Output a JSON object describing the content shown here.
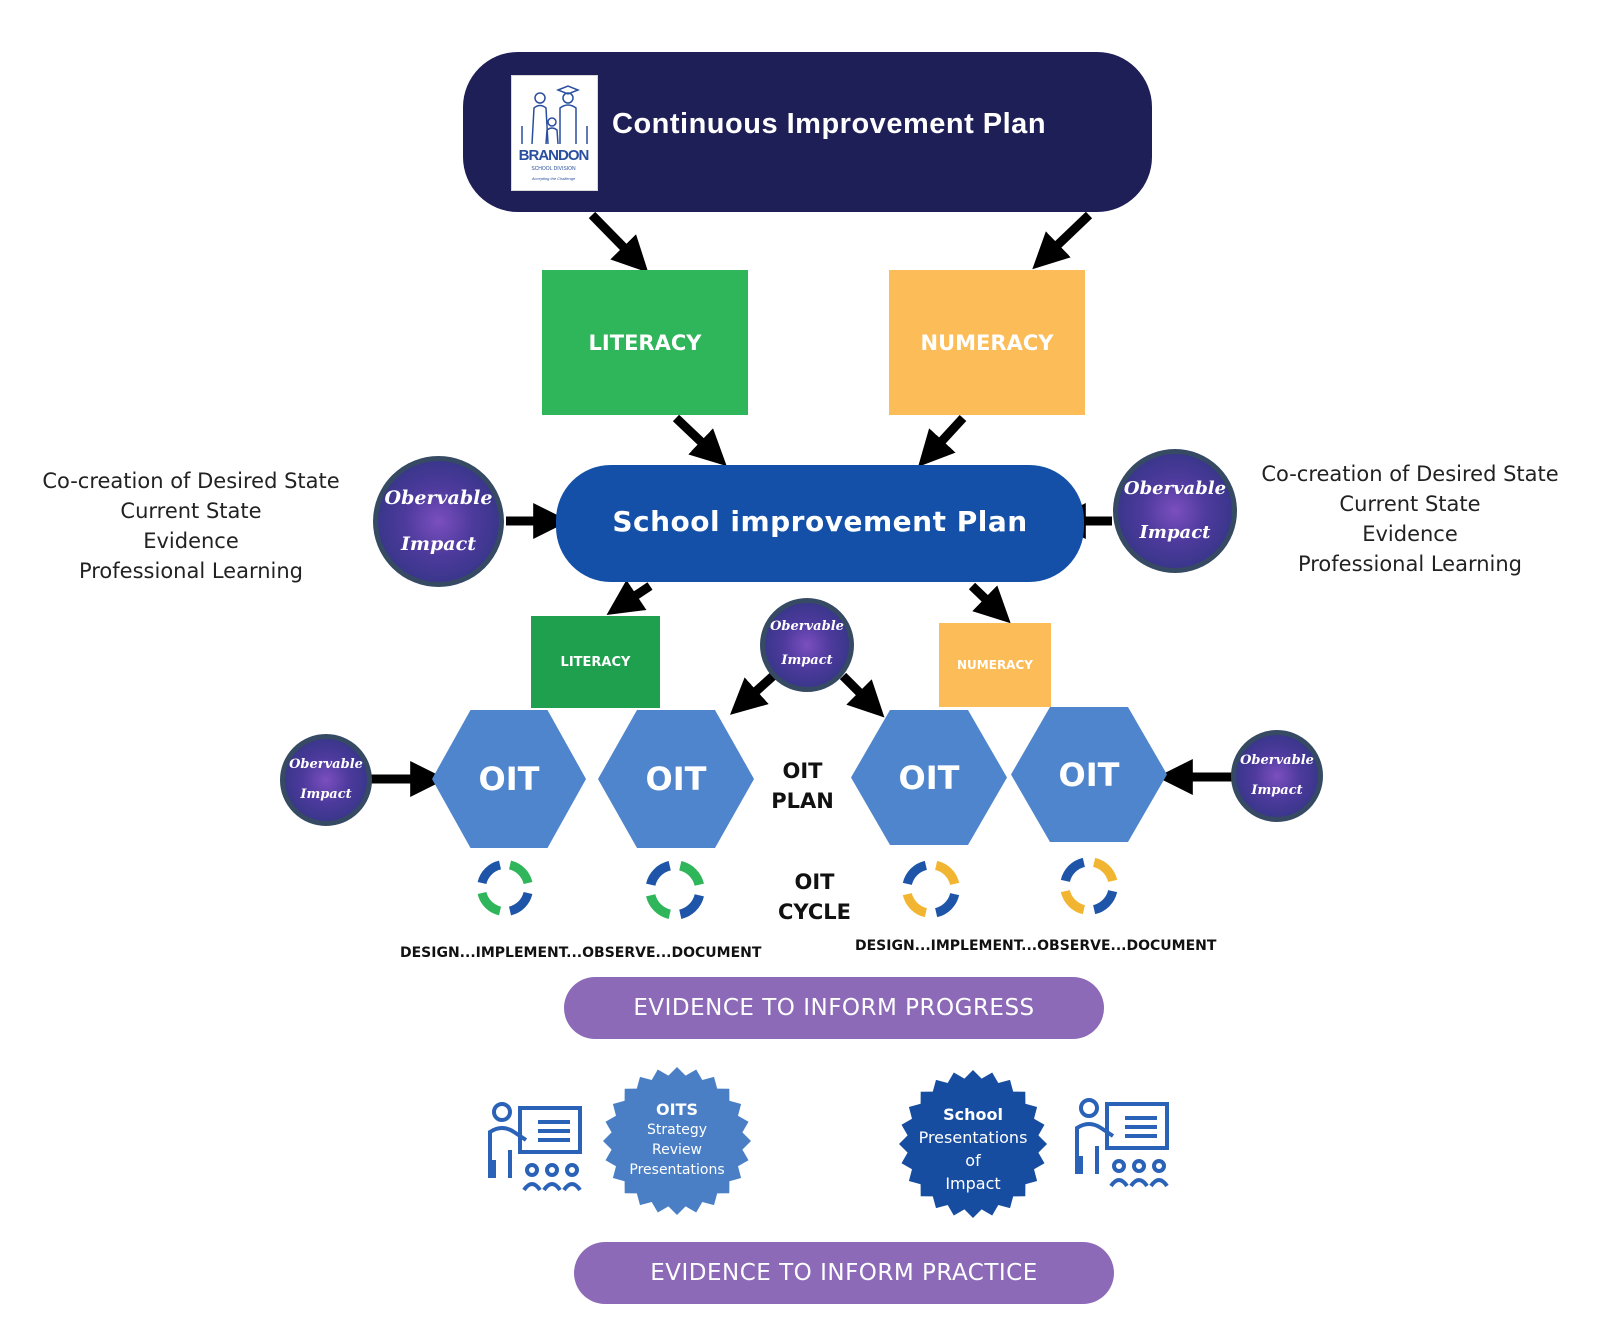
{
  "top_plan": {
    "title": "Continuous Improvement Plan",
    "logo": {
      "name": "BRANDON",
      "sub": "SCHOOL DIVISION",
      "tag": "Accepting the Challenge"
    }
  },
  "subjects_top": {
    "literacy": "LITERACY",
    "numeracy": "NUMERACY"
  },
  "school_plan": {
    "title": "School improvement Plan"
  },
  "side_notes": {
    "left": [
      "Co-creation of Desired State",
      "Current State",
      "Evidence",
      "Professional Learning"
    ],
    "right": [
      "Co-creation of Desired State",
      "Current State",
      "Evidence",
      "Professional Learning"
    ]
  },
  "observable_impact": {
    "word1": "Obervable",
    "word2": "Impact"
  },
  "subjects_small": {
    "literacy": "LITERACY",
    "numeracy": "NUMERACY"
  },
  "oit": {
    "hex_label": "OIT",
    "plan_label": [
      "OIT",
      "PLAN"
    ],
    "cycle_label": [
      "OIT",
      "CYCLE"
    ],
    "cycle_caption": "DESIGN...IMPLEMENT...OBSERVE...DOCUMENT"
  },
  "evidence": {
    "progress": "EVIDENCE TO INFORM PROGRESS",
    "practice": "EVIDENCE TO INFORM PRACTICE"
  },
  "seals": {
    "left": {
      "title": "OITS",
      "lines": [
        "Strategy",
        "Review",
        "Presentations"
      ]
    },
    "right": {
      "title": "School",
      "lines": [
        "Presentations",
        "of",
        "Impact"
      ]
    }
  },
  "colors": {
    "navy": "#1f1f57",
    "blue": "#1450a8",
    "hex": "#4e85cc",
    "green": "#2fb55a",
    "amber": "#fcbc57",
    "purple": "#8c6ab8",
    "seal_light": "#4a7fc6",
    "seal_dark": "#174da0"
  }
}
